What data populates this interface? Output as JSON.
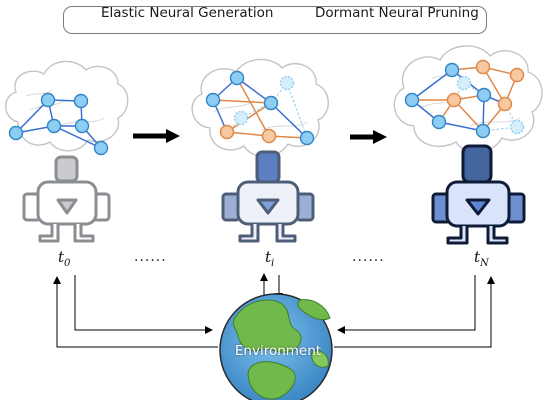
{
  "legend": {
    "generation_label": "Elastic Neural Generation",
    "pruning_label": "Dormant Neural Pruning"
  },
  "timeline": {
    "t0": {
      "base": "t",
      "sub": "0"
    },
    "ti": {
      "base": "t",
      "sub": "i"
    },
    "tN": {
      "base": "t",
      "sub": "N"
    },
    "ellipsis": "......"
  },
  "environment": {
    "label": "Environment"
  },
  "colors": {
    "node_fill": "#8ecdf3",
    "node_stroke": "#2f86c5",
    "edge_blue": "#3b6fd4",
    "edge_orange": "#e0884a",
    "node_orange_fill": "#f7c9a0",
    "robot_gray": "#8a8d91",
    "robot_blue": "#5b7fc0",
    "robot_dark": "#22407e",
    "ocean": "#4f9dd6",
    "land": "#6fba4a"
  }
}
